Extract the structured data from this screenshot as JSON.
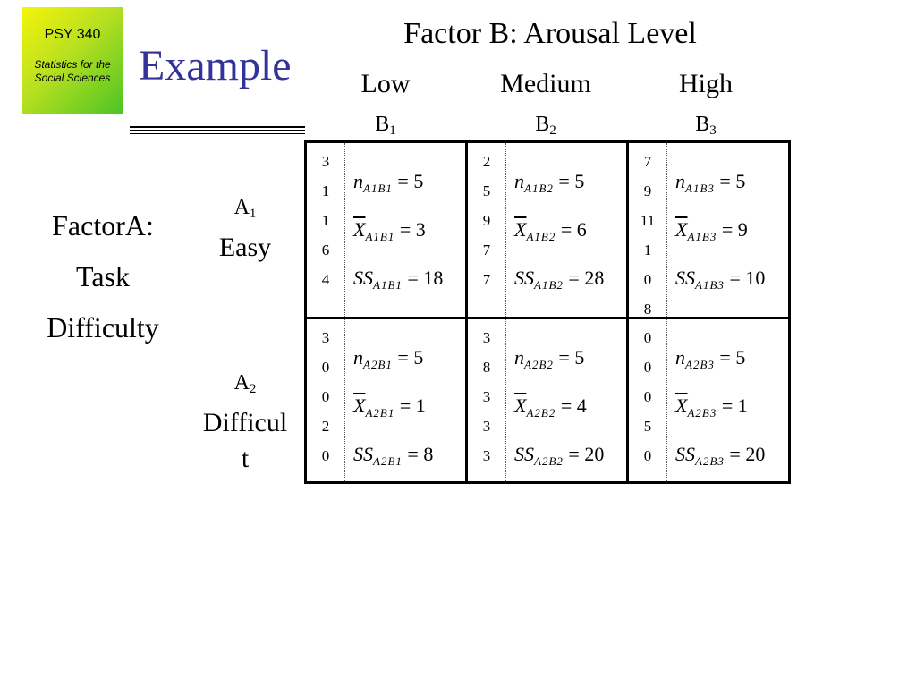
{
  "logo": {
    "title": "PSY 340",
    "subtitle": "Statistics for the Social Sciences"
  },
  "title": "Example",
  "factor_b": {
    "title": "Factor B: Arousal Level",
    "levels": [
      {
        "name": "Low",
        "code": "B",
        "sub": "1"
      },
      {
        "name": "Medium",
        "code": "B",
        "sub": "2"
      },
      {
        "name": "High",
        "code": "B",
        "sub": "3"
      }
    ]
  },
  "factor_a": {
    "title_lines": [
      "FactorA:",
      "Task",
      "Difficulty"
    ],
    "levels": [
      {
        "code": "A",
        "sub": "1",
        "name_lines": [
          "Easy"
        ]
      },
      {
        "code": "A",
        "sub": "2",
        "name_lines": [
          "Difficul",
          "t"
        ]
      }
    ]
  },
  "cells": [
    [
      {
        "scores": [
          "3",
          "1",
          "1",
          "6",
          "4"
        ],
        "a": "A1",
        "b": "B1",
        "n": "5",
        "mean": "3",
        "ss": "18"
      },
      {
        "scores": [
          "2",
          "5",
          "9",
          "7",
          "7"
        ],
        "a": "A1",
        "b": "B2",
        "n": "5",
        "mean": "6",
        "ss": "28"
      },
      {
        "scores": [
          "7",
          "9",
          "11",
          "1",
          "0",
          "8"
        ],
        "a": "A1",
        "b": "B3",
        "n": "5",
        "mean": "9",
        "ss": "10"
      }
    ],
    [
      {
        "scores": [
          "3",
          "0",
          "0",
          "2",
          "0"
        ],
        "a": "A2",
        "b": "B1",
        "n": "5",
        "mean": "1",
        "ss": "8"
      },
      {
        "scores": [
          "3",
          "8",
          "3",
          "3",
          "3"
        ],
        "a": "A2",
        "b": "B2",
        "n": "5",
        "mean": "4",
        "ss": "20"
      },
      {
        "scores": [
          "0",
          "0",
          "0",
          "5",
          "0"
        ],
        "a": "A2",
        "b": "B3",
        "n": "5",
        "mean": "1",
        "ss": "20"
      }
    ]
  ],
  "symbols": {
    "n": "n",
    "mean": "X",
    "ss": "SS",
    "equals": " = "
  }
}
